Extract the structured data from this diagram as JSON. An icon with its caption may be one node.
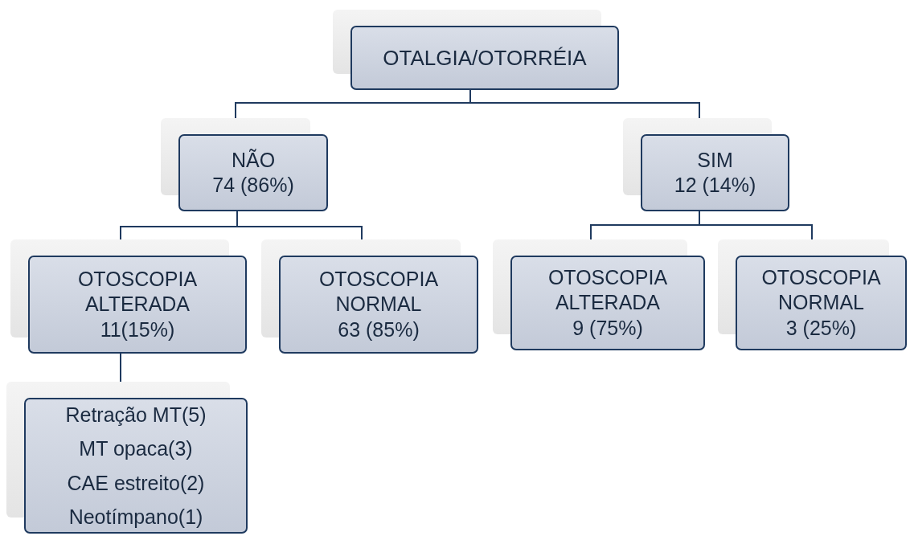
{
  "diagram": {
    "nodes": [
      {
        "text": [
          "OTALGIA/OTORRÉIA"
        ]
      },
      {
        "text": [
          "NÃO",
          "74 (86%)"
        ]
      },
      {
        "text": [
          "SIM",
          "12 (14%)"
        ]
      },
      {
        "text": [
          "OTOSCOPIA ALTERADA",
          "11(15%)"
        ]
      },
      {
        "text": [
          "OTOSCOPIA NORMAL",
          "63 (85%)"
        ]
      },
      {
        "text": [
          "OTOSCOPIA ALTERADA",
          "9 (75%)"
        ]
      },
      {
        "text": [
          "OTOSCOPIA NORMAL",
          "3 (25%)"
        ]
      },
      {
        "text": [
          "Retração MT(5)",
          "MT opaca(3)",
          "CAE estreito(2)",
          "Neotímpano(1)"
        ]
      }
    ],
    "edges": [
      {
        "from": 0,
        "to": 1,
        "arrow": "none"
      },
      {
        "from": 0,
        "to": 2,
        "arrow": "none"
      },
      {
        "from": 1,
        "to": 3,
        "arrow": "none"
      },
      {
        "from": 1,
        "to": 4,
        "arrow": "none"
      },
      {
        "from": 2,
        "to": 5,
        "arrow": "none"
      },
      {
        "from": 2,
        "to": 6,
        "arrow": "none"
      },
      {
        "from": 3,
        "to": 7,
        "arrow": "none"
      }
    ]
  }
}
